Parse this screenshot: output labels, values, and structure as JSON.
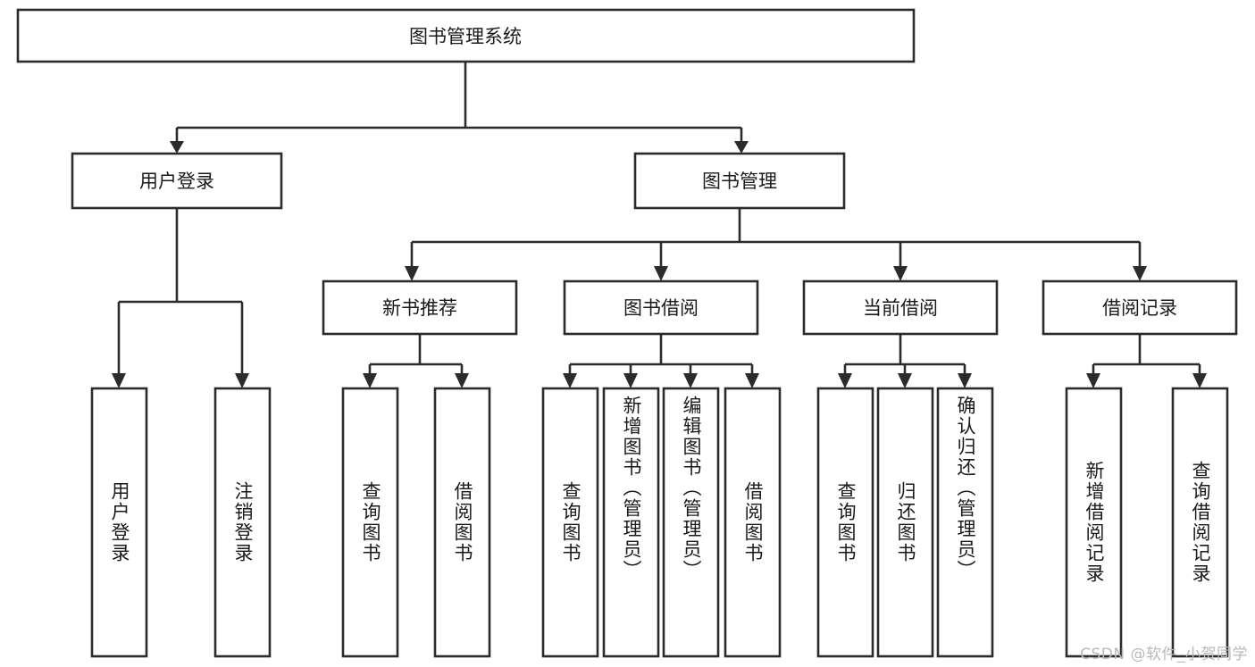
{
  "diagram": {
    "title": "图书管理系统",
    "type": "tree-hierarchy-diagram",
    "watermark": "CSDN @软件_小贺同学",
    "colors": {
      "stroke": "#2b2b2b",
      "fill": "#ffffff",
      "text": "#1a1a1a",
      "watermark": "#b9b9b9",
      "background": "#ffffff"
    },
    "root": {
      "id": "root",
      "label": "图书管理系统",
      "orientation": "horizontal"
    },
    "level2": [
      {
        "id": "user-login",
        "label": "用户登录",
        "orientation": "horizontal"
      },
      {
        "id": "book-management",
        "label": "图书管理",
        "orientation": "horizontal"
      }
    ],
    "level3": [
      {
        "id": "new-book-recommend",
        "label": "新书推荐",
        "orientation": "horizontal",
        "parent": "book-management"
      },
      {
        "id": "book-borrow",
        "label": "图书借阅",
        "orientation": "horizontal",
        "parent": "book-management"
      },
      {
        "id": "current-borrow",
        "label": "当前借阅",
        "orientation": "horizontal",
        "parent": "book-management"
      },
      {
        "id": "borrow-record",
        "label": "借阅记录",
        "orientation": "horizontal",
        "parent": "book-management"
      }
    ],
    "leaves": [
      {
        "id": "leaf-user-login",
        "label": "用户登录",
        "orientation": "vertical",
        "parent": "user-login"
      },
      {
        "id": "leaf-user-logout",
        "label": "注销登录",
        "orientation": "vertical",
        "parent": "user-login"
      },
      {
        "id": "leaf-query-book-1",
        "label": "查询图书",
        "orientation": "vertical",
        "parent": "new-book-recommend"
      },
      {
        "id": "leaf-borrow-book-1",
        "label": "借阅图书",
        "orientation": "vertical",
        "parent": "new-book-recommend"
      },
      {
        "id": "leaf-query-book-2",
        "label": "查询图书",
        "orientation": "vertical",
        "parent": "book-borrow"
      },
      {
        "id": "leaf-add-book",
        "label": "新增图书（管理员）",
        "orientation": "vertical",
        "parent": "book-borrow"
      },
      {
        "id": "leaf-edit-book",
        "label": "编辑图书（管理员）",
        "orientation": "vertical",
        "parent": "book-borrow"
      },
      {
        "id": "leaf-borrow-book-2",
        "label": "借阅图书",
        "orientation": "vertical",
        "parent": "book-borrow"
      },
      {
        "id": "leaf-query-book-3",
        "label": "查询图书",
        "orientation": "vertical",
        "parent": "current-borrow"
      },
      {
        "id": "leaf-return-book",
        "label": "归还图书",
        "orientation": "vertical",
        "parent": "current-borrow"
      },
      {
        "id": "leaf-confirm-return",
        "label": "确认归还（管理员）",
        "orientation": "vertical",
        "parent": "current-borrow"
      },
      {
        "id": "leaf-add-record",
        "label": "新增借阅记录",
        "orientation": "vertical",
        "parent": "borrow-record"
      },
      {
        "id": "leaf-query-record",
        "label": "查询借阅记录",
        "orientation": "vertical",
        "parent": "borrow-record"
      }
    ]
  }
}
